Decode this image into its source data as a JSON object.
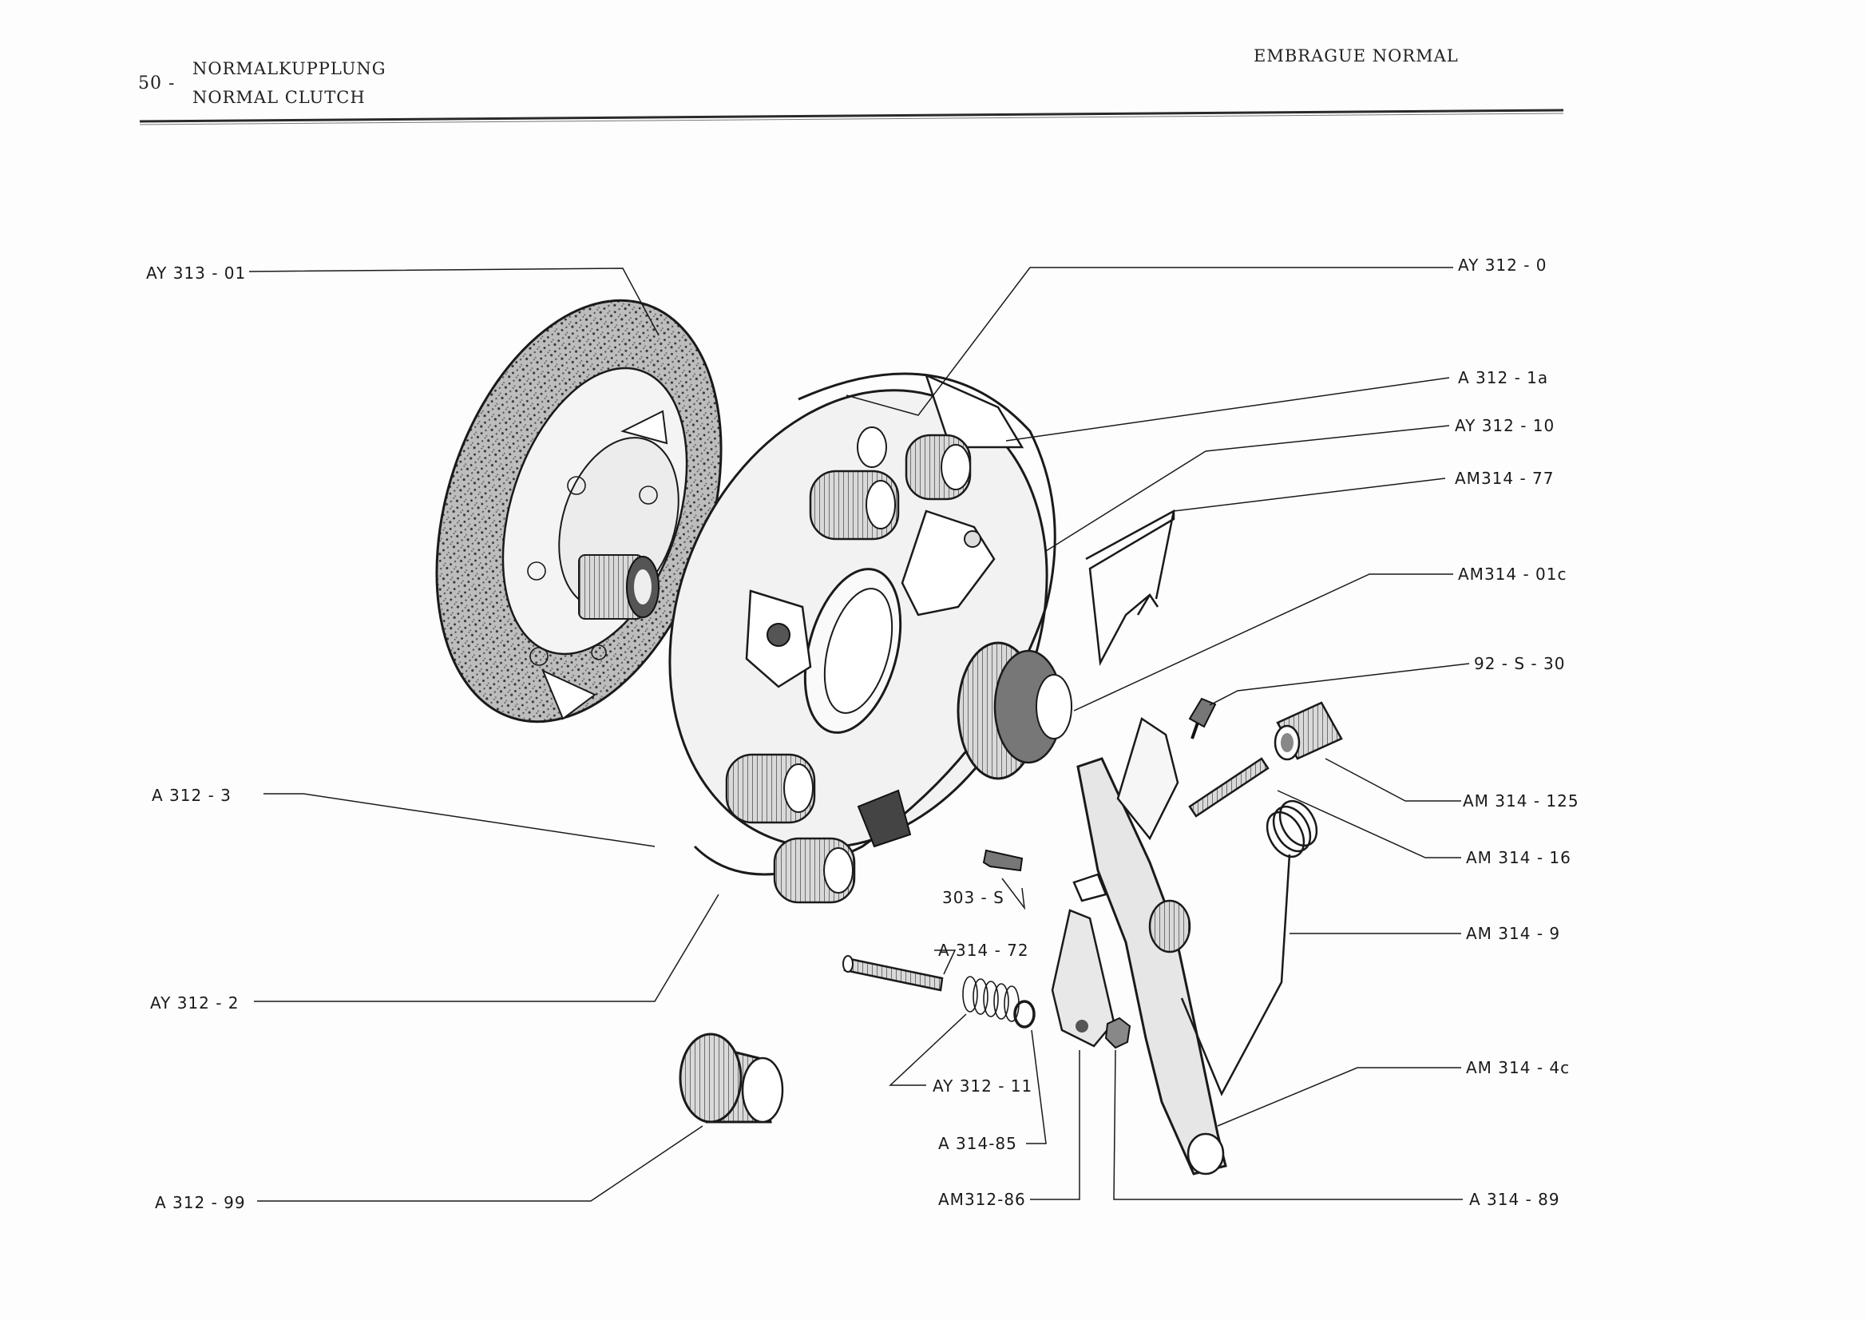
{
  "header": {
    "page_number": "50 -",
    "title_de": "NORMALKUPPLUNG",
    "title_en": "NORMAL CLUTCH",
    "title_fr": "EMBRAGUE NORMAL"
  },
  "diagram": {
    "type": "exploded-parts-view",
    "labels": [
      "AY 313 - 01",
      "A 312 - 3",
      "AY 312 - 2",
      "A 312 - 99",
      "AY 312 - 0",
      "A 312 - 1a",
      "AY 312 - 10",
      "AM314 - 77",
      "AM314 - 01c",
      "92 - S - 30",
      "AM 314 - 125",
      "AM 314 - 16",
      "AM 314 - 9",
      "AM 314 - 4c",
      "A 314 - 89",
      "303 - S",
      "A 314 - 72",
      "AY 312 - 11",
      "A 314-85",
      "AM312-86"
    ]
  }
}
